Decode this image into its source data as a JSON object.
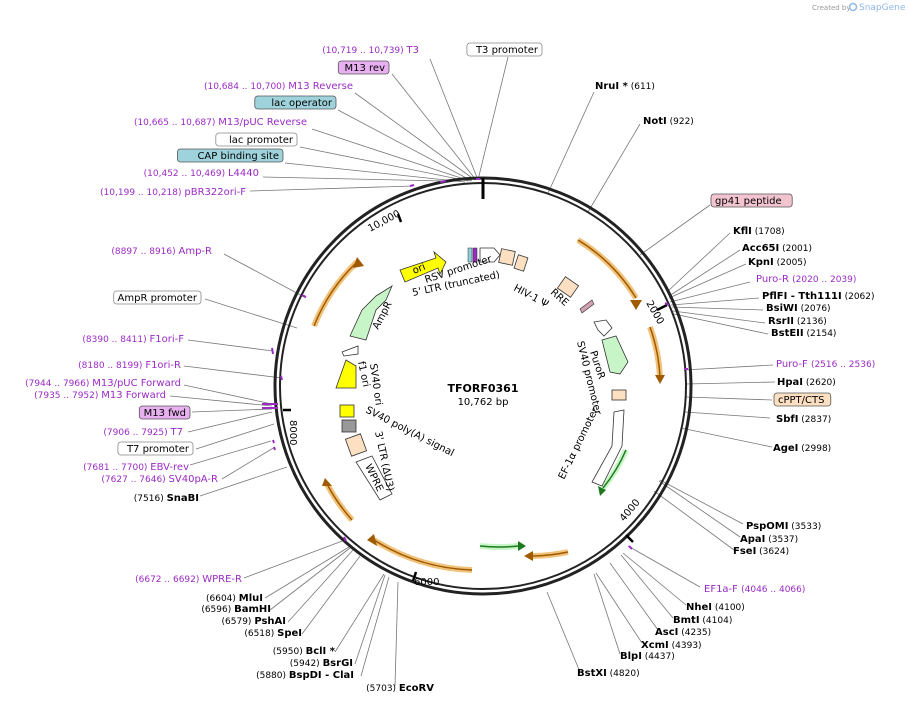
{
  "header": {
    "created_by": "Created by",
    "brand": "SnapGene"
  },
  "center": {
    "name": "TFORF0361",
    "size": "10,762 bp"
  },
  "ticks": [
    "2000",
    "4000",
    "6000",
    "8000",
    "10,000"
  ],
  "colors": {
    "primer": "#9a2bc4",
    "orange": "#f0c27a",
    "arrow_dark": "#a05a00",
    "green": "#c8f5c8",
    "yellow": "#ffff00",
    "peach": "#fde0c2"
  },
  "left_labels": [
    {
      "range": "(10,719 .. 10,739)",
      "name": "T3",
      "kind": "primer"
    },
    {
      "name": "T3 promoter",
      "kind": "boxed"
    },
    {
      "name": "M13 rev",
      "kind": "boxed-purple"
    },
    {
      "range": "(10,684 .. 10,700)",
      "name": "M13 Reverse",
      "kind": "primer"
    },
    {
      "name": "lac operator",
      "kind": "boxed-teal"
    },
    {
      "range": "(10,665 .. 10,687)",
      "name": "M13/pUC Reverse",
      "kind": "primer"
    },
    {
      "name": "lac promoter",
      "kind": "boxed"
    },
    {
      "name": "CAP binding site",
      "kind": "boxed-teal"
    },
    {
      "range": "(10,452 .. 10,469)",
      "name": "L4440",
      "kind": "primer"
    },
    {
      "range": "(10,199 .. 10,218)",
      "name": "pBR322ori-F",
      "kind": "primer"
    },
    {
      "range": "(8897 .. 8916)",
      "name": "Amp-R",
      "kind": "primer"
    },
    {
      "name": "AmpR promoter",
      "kind": "boxed"
    },
    {
      "range": "(8390 .. 8411)",
      "name": "F1ori-F",
      "kind": "primer"
    },
    {
      "range": "(8180 .. 8199)",
      "name": "F1ori-R",
      "kind": "primer"
    },
    {
      "range": "(7944 .. 7966)",
      "name": "M13/pUC Forward",
      "kind": "primer"
    },
    {
      "range": "(7935 .. 7952)",
      "name": "M13 Forward",
      "kind": "primer"
    },
    {
      "name": "M13 fwd",
      "kind": "boxed-purple"
    },
    {
      "range": "(7906 .. 7925)",
      "name": "T7",
      "kind": "primer"
    },
    {
      "name": "T7 promoter",
      "kind": "boxed"
    },
    {
      "range": "(7681 .. 7700)",
      "name": "EBV-rev",
      "kind": "primer"
    },
    {
      "range": "(7627 .. 7646)",
      "name": "SV40pA-R",
      "kind": "primer"
    },
    {
      "range": "(7516)",
      "name": "SnaBI",
      "kind": "enzyme"
    },
    {
      "range": "(6672 .. 6692)",
      "name": "WPRE-R",
      "kind": "primer"
    },
    {
      "range": "(6604)",
      "name": "MluI",
      "kind": "enzyme"
    },
    {
      "range": "(6596)",
      "name": "BamHI",
      "kind": "enzyme"
    },
    {
      "range": "(6579)",
      "name": "PshAI",
      "kind": "enzyme"
    },
    {
      "range": "(6518)",
      "name": "SpeI",
      "kind": "enzyme"
    },
    {
      "range": "(5950)",
      "name": "BclI *",
      "kind": "enzyme"
    },
    {
      "range": "(5942)",
      "name": "BsrGI",
      "kind": "enzyme"
    },
    {
      "range": "(5880)",
      "name": "BspDI",
      "extra": "- ClaI",
      "kind": "enzyme"
    },
    {
      "range": "(5703)",
      "name": "EcoRV",
      "kind": "enzyme"
    }
  ],
  "right_labels": [
    {
      "name": "NruI *",
      "pos": "(611)",
      "kind": "enzyme"
    },
    {
      "name": "NotI",
      "pos": "(922)",
      "kind": "enzyme"
    },
    {
      "name": "gp41 peptide",
      "kind": "boxed-pink"
    },
    {
      "name": "KflI",
      "pos": "(1708)",
      "kind": "enzyme"
    },
    {
      "name": "Acc65I",
      "pos": "(2001)",
      "kind": "enzyme"
    },
    {
      "name": "KpnI",
      "pos": "(2005)",
      "kind": "enzyme"
    },
    {
      "name": "Puro-R",
      "pos": "(2020 .. 2039)",
      "kind": "primer"
    },
    {
      "name": "PflFI",
      "extra": "- Tth111I",
      "pos": "(2062)",
      "kind": "enzyme"
    },
    {
      "name": "BsiWI",
      "pos": "(2076)",
      "kind": "enzyme"
    },
    {
      "name": "RsrII",
      "pos": "(2136)",
      "kind": "enzyme"
    },
    {
      "name": "BstEII",
      "pos": "(2154)",
      "kind": "enzyme"
    },
    {
      "name": "Puro-F",
      "pos": "(2516 .. 2536)",
      "kind": "primer"
    },
    {
      "name": "HpaI",
      "pos": "(2620)",
      "kind": "enzyme"
    },
    {
      "name": "cPPT/CTS",
      "kind": "boxed-peach"
    },
    {
      "name": "SbfI",
      "pos": "(2837)",
      "kind": "enzyme"
    },
    {
      "name": "AgeI",
      "pos": "(2998)",
      "kind": "enzyme"
    },
    {
      "name": "PspOMI",
      "pos": "(3533)",
      "kind": "enzyme"
    },
    {
      "name": "ApaI",
      "pos": "(3537)",
      "kind": "enzyme"
    },
    {
      "name": "FseI",
      "pos": "(3624)",
      "kind": "enzyme"
    },
    {
      "name": "EF1a-F",
      "pos": "(4046 .. 4066)",
      "kind": "primer"
    },
    {
      "name": "NheI",
      "pos": "(4100)",
      "kind": "enzyme"
    },
    {
      "name": "BmtI",
      "pos": "(4104)",
      "kind": "enzyme"
    },
    {
      "name": "AscI",
      "pos": "(4235)",
      "kind": "enzyme"
    },
    {
      "name": "XcmI",
      "pos": "(4393)",
      "kind": "enzyme"
    },
    {
      "name": "BlpI",
      "pos": "(4437)",
      "kind": "enzyme"
    },
    {
      "name": "BstXI",
      "pos": "(4820)",
      "kind": "enzyme"
    }
  ],
  "inner_labels": [
    "RSV promoter",
    "5' LTR (truncated)",
    "HIV-1 Ψ",
    "RRE",
    "PuroR",
    "SV40 promoter",
    "EF-1α promoter",
    "ori",
    "AmpR",
    "f1 ori",
    "SV40 ori",
    "SV40 poly(A) signal",
    "3' LTR (ΔU3)",
    "WPRE"
  ]
}
